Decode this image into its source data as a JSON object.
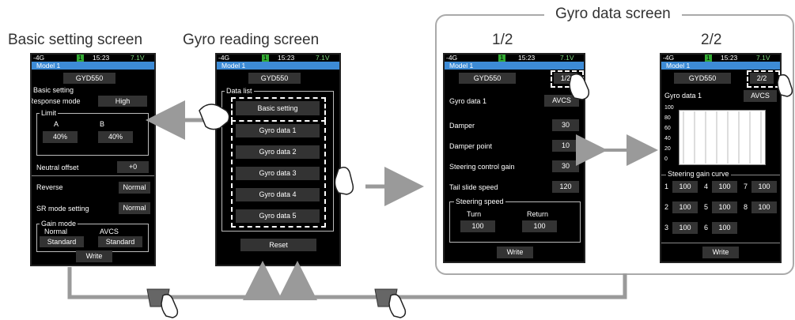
{
  "captions": {
    "basic": "Basic setting screen",
    "reading": "Gyro reading screen",
    "gyro_data_frame": "Gyro data screen",
    "page1": "1/2",
    "page2": "2/2"
  },
  "status": {
    "signal": "-4G",
    "ch": "1",
    "time": "15:23",
    "voltage": "7.1V",
    "model": "Model 1"
  },
  "device": "GYD550",
  "basic_screen": {
    "section": "Basic setting",
    "response_mode_label": "Response mode",
    "response_mode_value": "High",
    "limit_label": "Limit",
    "limit_a_label": "A",
    "limit_b_label": "B",
    "limit_a_value": "40%",
    "limit_b_value": "40%",
    "neutral_offset_label": "Neutral offset",
    "neutral_offset_value": "+0",
    "reverse_label": "Reverse",
    "reverse_value": "Normal",
    "sr_mode_label": "SR mode setting",
    "sr_mode_value": "Normal",
    "gain_mode_label": "Gain mode",
    "gain_normal_label": "Normal",
    "gain_avcs_label": "AVCS",
    "gain_normal_value": "Standard",
    "gain_avcs_value": "Standard",
    "write": "Write"
  },
  "reading_screen": {
    "data_list_label": "Data list",
    "basic_setting": "Basic setting",
    "items": [
      "Gyro data 1",
      "Gyro data 2",
      "Gyro data 3",
      "Gyro data 4",
      "Gyro data 5"
    ],
    "reset": "Reset"
  },
  "gyro_page1": {
    "page": "1/2",
    "gyro_data_label": "Gyro data 1",
    "mode": "AVCS",
    "rows": [
      {
        "label": "Damper",
        "value": "30"
      },
      {
        "label": "Damper point",
        "value": "10"
      },
      {
        "label": "Steering control gain",
        "value": "30"
      },
      {
        "label": "Tail slide speed",
        "value": "120"
      }
    ],
    "steering_speed_label": "Steering speed",
    "turn_label": "Turn",
    "return_label": "Return",
    "turn_value": "100",
    "return_value": "100",
    "write": "Write"
  },
  "gyro_page2": {
    "page": "2/2",
    "gyro_data_label": "Gyro data 1",
    "mode": "AVCS",
    "y_ticks": [
      "100",
      "80",
      "60",
      "40",
      "20",
      "0"
    ],
    "curve_label": "Steering gain curve",
    "curve_points": [
      {
        "n": "1",
        "v": "100"
      },
      {
        "n": "4",
        "v": "100"
      },
      {
        "n": "7",
        "v": "100"
      },
      {
        "n": "2",
        "v": "100"
      },
      {
        "n": "5",
        "v": "100"
      },
      {
        "n": "8",
        "v": "100"
      },
      {
        "n": "3",
        "v": "100"
      },
      {
        "n": "6",
        "v": "100"
      }
    ],
    "write": "Write"
  }
}
